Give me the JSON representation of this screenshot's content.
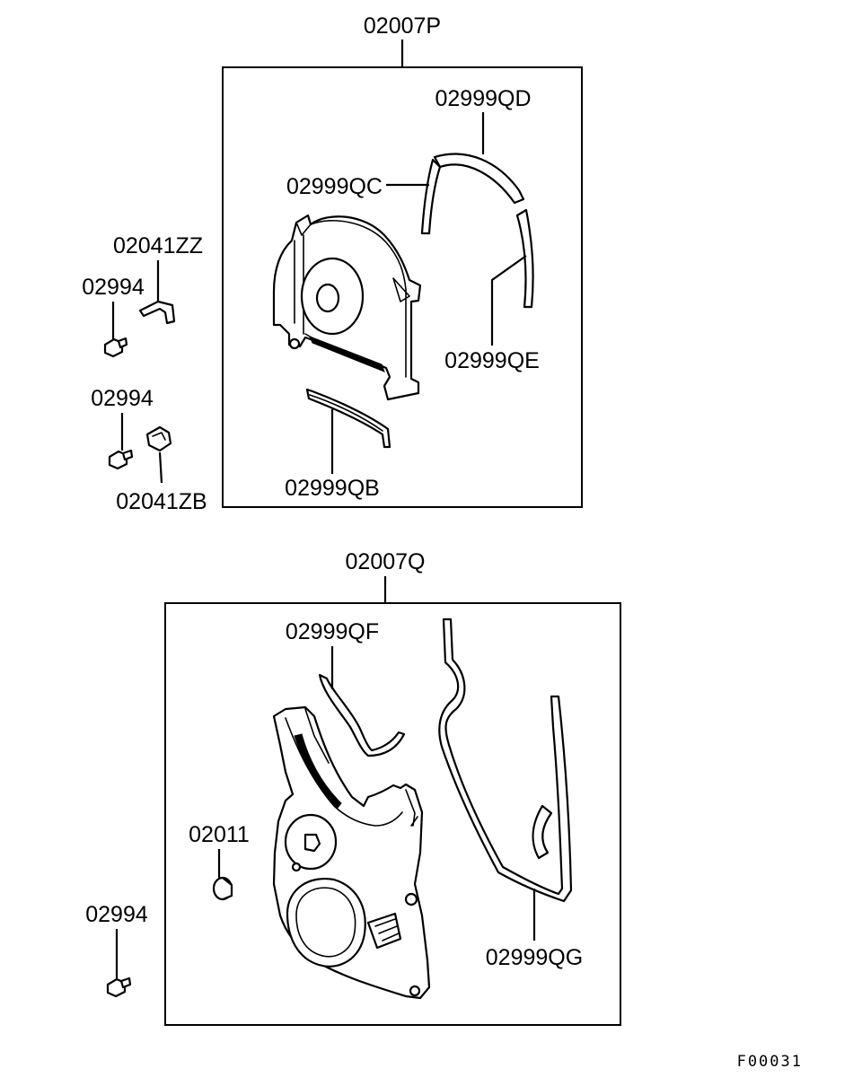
{
  "diagram": {
    "figure_code": "F00031",
    "groups": [
      {
        "id": "upper",
        "label": "02007P"
      },
      {
        "id": "lower",
        "label": "02007Q"
      }
    ],
    "labels": {
      "p_qd": "02999QD",
      "p_qc": "02999QC",
      "p_qe": "02999QE",
      "p_qb": "02999QB",
      "l_zz": "02041ZZ",
      "l_bolt1": "02994",
      "l_bolt2": "02994",
      "l_zb": "02041ZB",
      "q_qf": "02999QF",
      "q_qg": "02999QG",
      "q_011": "02011",
      "q_bolt": "02994"
    }
  }
}
